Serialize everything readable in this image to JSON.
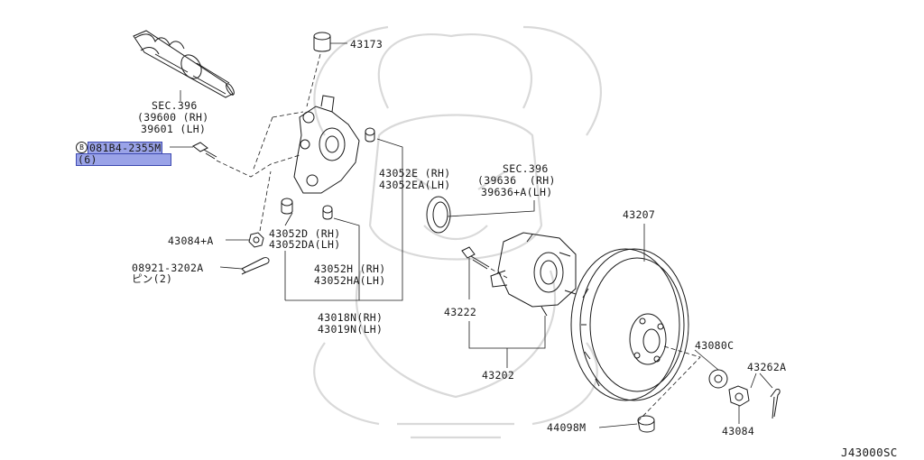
{
  "diagram_code": "J43000SC",
  "labels": {
    "sec396_top": {
      "line1": "SEC.396",
      "line2": "(39600 (RH)",
      "line3": "39601 (LH)"
    },
    "bolt_circle_letter": "B",
    "bolt_part": "081B4-2355M",
    "bolt_qty": "(6)",
    "p43173": "43173",
    "p43052e": "43052E (RH)",
    "p43052ea": "43052EA(LH)",
    "sec396_right": {
      "line1": "SEC.396",
      "line2": "(39636  (RH)",
      "line3": "39636+A(LH)"
    },
    "p43207": "43207",
    "p43084a": "43084+A",
    "p43052d": "43052D (RH)",
    "p43052da": "43052DA(LH)",
    "p08921": "08921-3202A",
    "pin_text": "ピン(2)",
    "p43052h": "43052H (RH)",
    "p43052ha": "43052HA(LH)",
    "p43222": "43222",
    "p43018n": "43018N(RH)",
    "p43019n": "43019N(LH)",
    "p43080c": "43080C",
    "p43262a": "43262A",
    "p43202": "43202",
    "p44098m": "44098M",
    "p43084": "43084"
  },
  "colors": {
    "highlight": "#9aa3e8",
    "line": "#1a1a1a",
    "watermark": "#d9d9d9"
  }
}
